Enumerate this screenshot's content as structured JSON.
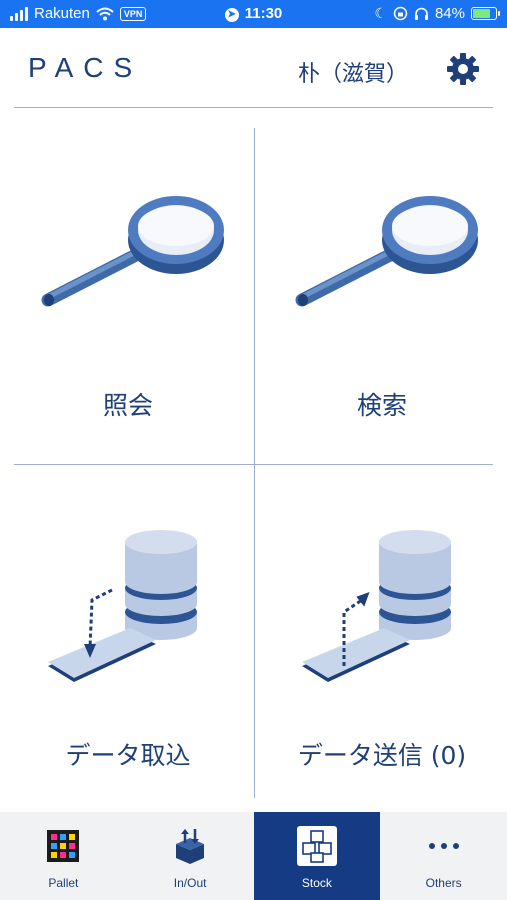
{
  "status_bar": {
    "carrier": "Rakuten",
    "vpn_label": "VPN",
    "time": "11:30",
    "battery": "84%"
  },
  "header": {
    "logo": "PACS",
    "user": "朴（滋賀）",
    "settings_icon": "gear-icon"
  },
  "tiles": [
    {
      "label": "照会",
      "icon": "magnifier-icon"
    },
    {
      "label": "検索",
      "icon": "magnifier-icon"
    },
    {
      "label": "データ取込",
      "icon": "database-import-icon"
    },
    {
      "label": "データ送信 (0)",
      "icon": "database-export-icon"
    }
  ],
  "nav": {
    "items": [
      {
        "label": "Pallet",
        "icon": "pallet-icon"
      },
      {
        "label": "In/Out",
        "icon": "in-out-icon"
      },
      {
        "label": "Stock",
        "icon": "stock-icon",
        "active": true
      },
      {
        "label": "Others",
        "icon": "more-icon"
      }
    ]
  },
  "colors": {
    "primary": "#1e3f78",
    "status_bar": "#1a73f0",
    "nav_active": "#153b84",
    "divider": "#9bb0d3"
  }
}
